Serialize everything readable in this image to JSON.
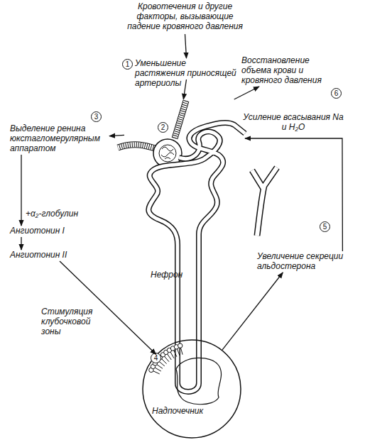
{
  "diagram": {
    "nodes": [
      {
        "text": [
          "Кровотечения и другие факторы, вызывающие падение кровяного давления"
        ]
      },
      {
        "text": [
          "Уменьшение растяжения приносящей артериолы"
        ]
      },
      {
        "text": [
          "Нефрон"
        ]
      },
      {
        "text": [
          "Выделение ренина юкстагломерулярным аппаратом"
        ]
      },
      {
        "text": [
          "Ангиотонин I"
        ]
      },
      {
        "text": [
          "Ангиотонин II"
        ]
      },
      {
        "text": [
          "Надпочечник"
        ]
      },
      {
        "text": [
          "Увеличение секреции альдостерона"
        ]
      },
      {
        "text": [
          "Восстановление объема крови и кровяного давления"
        ]
      }
    ],
    "edges": [
      {
        "from": 0,
        "to": 1,
        "arrow": "to"
      },
      {
        "from": 1,
        "to": 2,
        "arrow": "to"
      },
      {
        "from": 2,
        "to": 3,
        "arrow": "to"
      },
      {
        "from": 3,
        "to": 4,
        "label": "+α₂-глобулин",
        "arrow": "to"
      },
      {
        "from": 4,
        "to": 5,
        "arrow": "to"
      },
      {
        "from": 5,
        "to": 6,
        "label": "Стимуляция клубочковой зоны",
        "arrow": "to"
      },
      {
        "from": 6,
        "to": 7,
        "arrow": "to"
      },
      {
        "from": 7,
        "to": 2,
        "label": "Усиление всасывания Na и H₂O",
        "arrow": "to"
      },
      {
        "from": 2,
        "to": 8,
        "arrow": "to"
      }
    ],
    "labels": [
      "1",
      "2",
      "3",
      "4",
      "5",
      "6"
    ]
  }
}
